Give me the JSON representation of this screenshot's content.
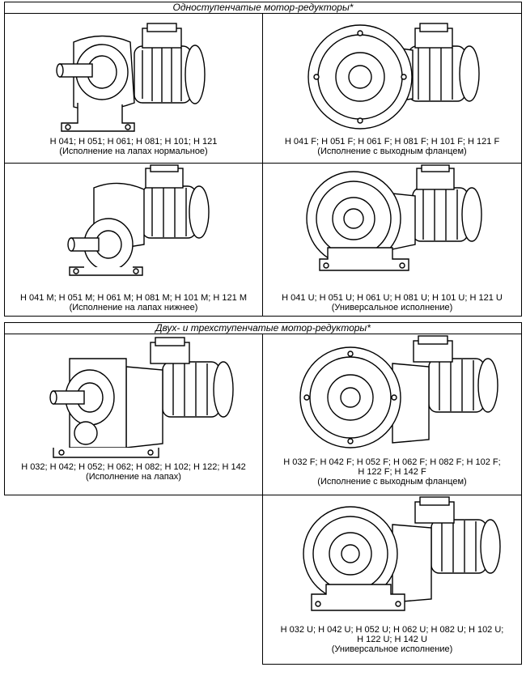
{
  "sections": [
    {
      "title": "Одноступенчатые мотор-редукторы*",
      "cells": [
        {
          "id": "foot-normal",
          "lines": [
            "H 041; H 051; H 061; H 081; H 101; H 121",
            "(Исполнение на лапах нормальное)"
          ],
          "icon": "foot-mounted-gearmotor-icon"
        },
        {
          "id": "flange-output",
          "lines": [
            "H 041 F; H 051 F; H 061 F; H 081 F; H 101 F; H 121 F",
            "(Исполнение с выходным фланцем)"
          ],
          "icon": "flange-gearmotor-icon"
        },
        {
          "id": "foot-low",
          "lines": [
            "H 041 M; H 051 M; H 061 M; H 081 M; H 101 M; H 121 M",
            "(Исполнение на лапах нижнее)"
          ],
          "icon": "low-foot-gearmotor-icon"
        },
        {
          "id": "universal",
          "lines": [
            "H 041 U; H 051 U; H 061 U; H 081 U; H 101 U; H 121 U",
            "(Универсальное исполнение)"
          ],
          "icon": "universal-gearmotor-icon"
        }
      ]
    },
    {
      "title": "Двух- и трехступенчатые мотор-редукторы*",
      "cells": [
        {
          "id": "multi-foot",
          "lines": [
            "H 032; H 042; H 052; H 062; H 082; H 102; H 122; H 142",
            "(Исполнение на лапах)"
          ],
          "icon": "multistage-foot-gearmotor-icon"
        },
        {
          "id": "multi-flange",
          "lines": [
            "H 032 F; H 042 F; H 052 F; H 062 F; H 082 F; H 102 F;",
            "H 122 F; H 142 F",
            "(Исполнение с выходным фланцем)"
          ],
          "icon": "multistage-flange-gearmotor-icon"
        },
        {
          "id": "multi-universal",
          "lines": [
            "H 032 U; H 042 U; H 052 U; H 062 U; H 082 U; H 102 U;",
            "H 122 U; H 142 U",
            "(Универсальное исполнение)"
          ],
          "icon": "multistage-universal-gearmotor-icon"
        }
      ]
    }
  ]
}
